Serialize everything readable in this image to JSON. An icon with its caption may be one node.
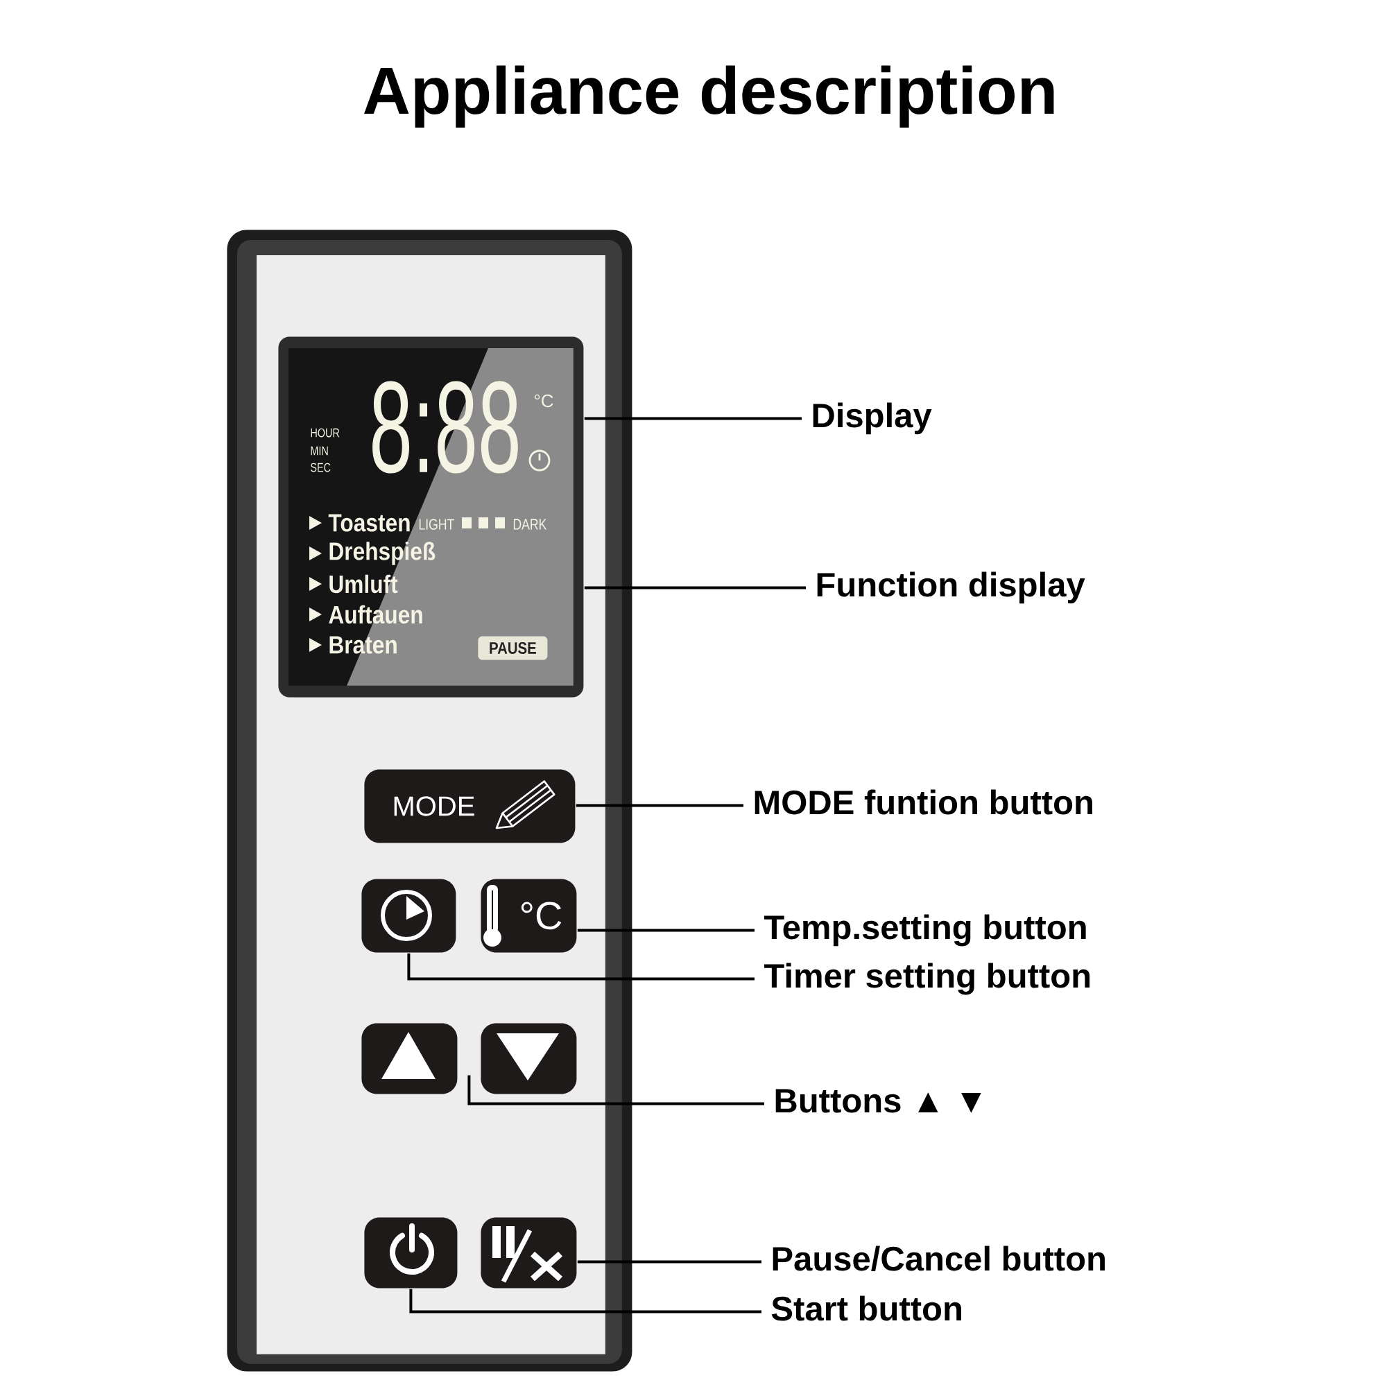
{
  "diagram": {
    "title": "Appliance description",
    "nodes": [
      {
        "text": [],
        "shape": "box"
      },
      {
        "text": [
          "8:88",
          "°C",
          "HOUR",
          "MIN",
          "SEC",
          "Toasten",
          "LIGHT",
          "DARK",
          "Drehspieß",
          "Umluft",
          "Auftauen",
          "Braten"
        ],
        "in": 0
      },
      {
        "text": [
          "PAUSE"
        ],
        "in": 1
      },
      {
        "text": [
          "MODE"
        ],
        "in": 0
      },
      {
        "text": [],
        "shape": "box",
        "in": 0
      },
      {
        "text": [
          "°C"
        ],
        "in": 0
      },
      {
        "text": [],
        "shape": "box",
        "in": 0
      },
      {
        "text": [],
        "shape": "box",
        "in": 0
      },
      {
        "text": [],
        "shape": "box",
        "in": 0
      },
      {
        "text": [],
        "shape": "box",
        "in": 0
      },
      {
        "text": [
          "Display"
        ]
      },
      {
        "text": [
          "Function display"
        ]
      },
      {
        "text": [
          "MODE funtion button"
        ]
      },
      {
        "text": [
          "Temp.setting button"
        ]
      },
      {
        "text": [
          "Timer setting button"
        ]
      },
      {
        "text": [
          "Buttons ▲ ▼"
        ]
      },
      {
        "text": [
          "Pause/Cancel button"
        ]
      },
      {
        "text": [
          "Start button"
        ]
      }
    ],
    "edges": [
      {
        "from": 10,
        "to": 1,
        "arrow": "none"
      },
      {
        "from": 11,
        "to": 1,
        "arrow": "none"
      },
      {
        "from": 12,
        "to": 3,
        "arrow": "none"
      },
      {
        "from": 13,
        "to": 5,
        "arrow": "none"
      },
      {
        "from": 14,
        "to": 4,
        "arrow": "none"
      },
      {
        "from": 15,
        "to": 6,
        "arrow": "none"
      },
      {
        "from": 15,
        "to": 7,
        "arrow": "none"
      },
      {
        "from": 16,
        "to": 9,
        "arrow": "none"
      },
      {
        "from": 17,
        "to": 8,
        "arrow": "none"
      }
    ]
  }
}
